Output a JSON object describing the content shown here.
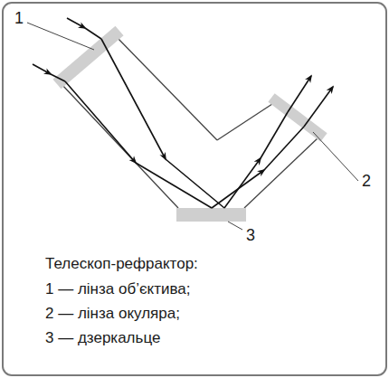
{
  "diagram": {
    "caption": "Телескоп-рефрактор:",
    "labels": [
      "1",
      "2",
      "3",
      "1 — лінза об’єктива;",
      "2 — лінза окуляра;",
      "3 — дзеркальце"
    ]
  }
}
